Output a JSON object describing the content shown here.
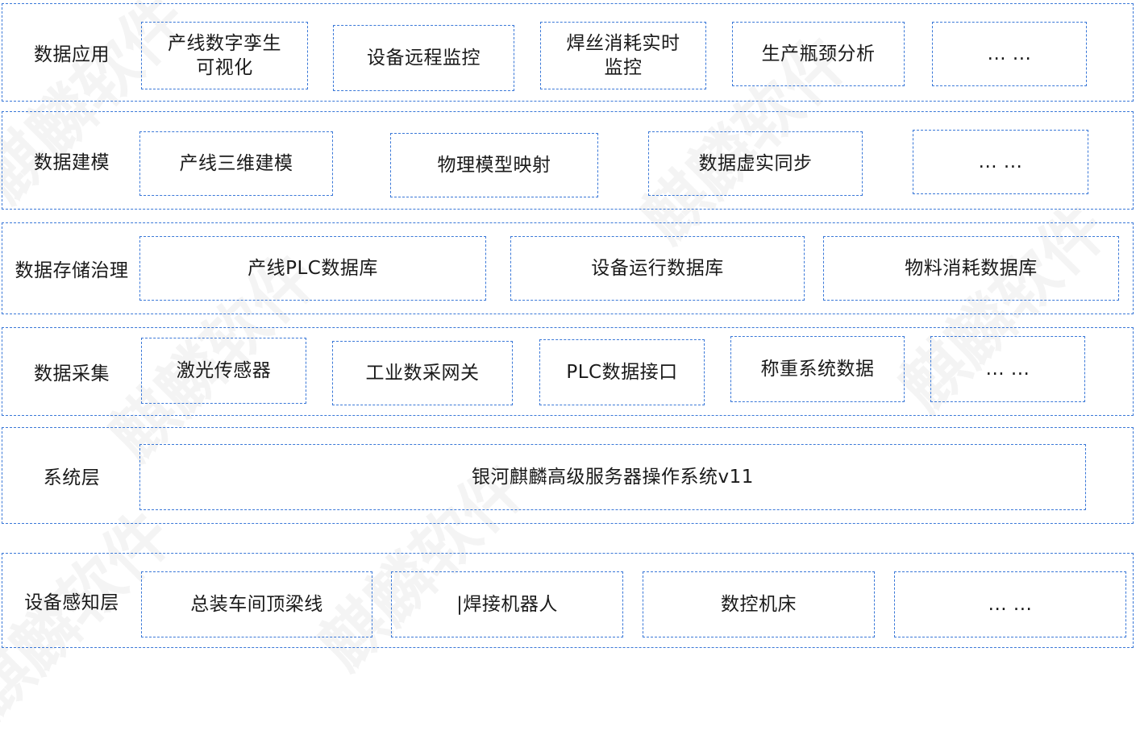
{
  "watermark_text": "麒麟软件",
  "colors": {
    "border": "#3a78d8"
  },
  "layers": [
    {
      "label": "数据应用",
      "boxes": [
        "产线数字孪生\n可视化",
        "设备远程监控",
        "焊丝消耗实时\n监控",
        "生产瓶颈分析",
        "... ..."
      ]
    },
    {
      "label": "数据建模",
      "boxes": [
        "产线三维建模",
        "物理模型映射",
        "数据虚实同步",
        "... ..."
      ]
    },
    {
      "label": "数据存储治理",
      "boxes": [
        "产线PLC数据库",
        "设备运行数据库",
        "物料消耗数据库"
      ]
    },
    {
      "label": "数据采集",
      "boxes": [
        "激光传感器",
        "工业数采网关",
        "PLC数据接口",
        "称重系统数据",
        "... ..."
      ]
    },
    {
      "label": "系统层",
      "boxes": [
        "银河麒麟高级服务器操作系统v11"
      ]
    },
    {
      "label": "设备感知层",
      "boxes": [
        "总装车间顶梁线",
        "|焊接机器人",
        "数控机床",
        "... ..."
      ]
    }
  ]
}
